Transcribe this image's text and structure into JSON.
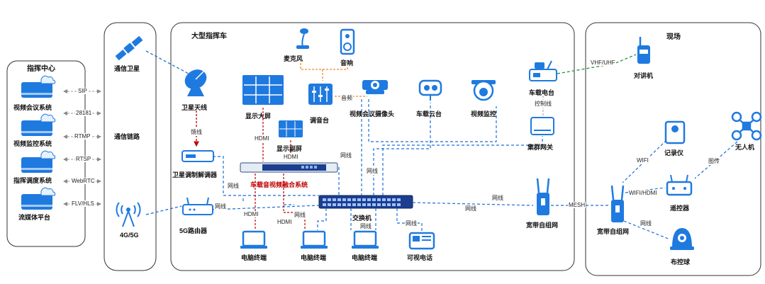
{
  "regions": {
    "command_center": "指挥中心",
    "comm_link": "通信链路",
    "vehicle": "大型指挥车",
    "field": "现场"
  },
  "command_center": {
    "systems": [
      "视频会议系统",
      "视频监控系统",
      "指挥调度系统",
      "流媒体平台"
    ],
    "protocols": [
      "SIP",
      "28181",
      "RTMP",
      "RTSP",
      "WebRTC",
      "FLV/HLS"
    ]
  },
  "comm_link": {
    "satellite": "通信卫星",
    "cellular": "4G/5G"
  },
  "vehicle": {
    "microphone": "麦克风",
    "speaker": "音响",
    "big_screen": "显示大屏",
    "mixer": "调音台",
    "conf_camera": "视频会议摄像头",
    "ptz": "车载云台",
    "monitor": "视频监控",
    "radio_base": "车载电台",
    "sat_antenna": "卫星天线",
    "sub_screen": "显示副屏",
    "cluster_gw": "集群网关",
    "modem": "卫星调制解调器",
    "fusion_system": "车载音视频融合系统",
    "router": "5G路由器",
    "switch": "交换机",
    "mesh_node": "宽带自组网",
    "pc": "电脑终端",
    "video_phone": "可视电话"
  },
  "field": {
    "walkie": "对讲机",
    "recorder": "记录仪",
    "drone": "无人机",
    "remote": "遥控器",
    "mesh_node": "宽带自组网",
    "deploy_ball": "布控球"
  },
  "links": {
    "cable": "馈线",
    "hdmi": "HDMI",
    "net": "网线",
    "audio": "音频",
    "control": "控制线",
    "vhf": "VHF/UHF",
    "wifi": "WIFI",
    "wifi_hdmi": "WIFI/HDMI",
    "image": "图传",
    "mesh": "MESH"
  },
  "colors": {
    "blue": "#1a6fd8",
    "red": "#c00000",
    "orange": "#f08a24",
    "green": "#2e8b3e",
    "device": "#1f7ae0"
  }
}
